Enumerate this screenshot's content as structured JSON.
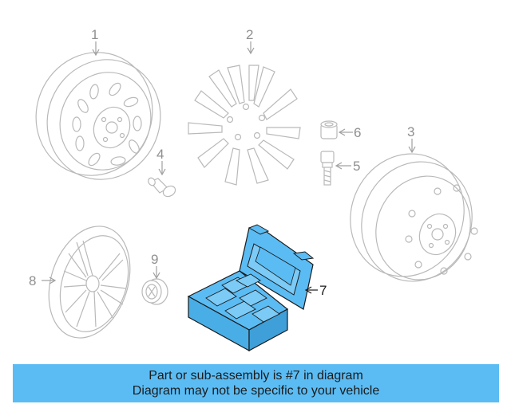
{
  "callouts": {
    "c1": "1",
    "c2": "2",
    "c3": "3",
    "c4": "4",
    "c5": "5",
    "c6": "6",
    "c7": "7",
    "c8": "8",
    "c9": "9"
  },
  "highlighted_part": "7",
  "colors": {
    "highlight_fill": "#5bbcf4",
    "highlight_stroke": "#1a1a1a",
    "ghost_stroke": "#b9b9b9",
    "banner_background": "#5bbcf4"
  },
  "banner": {
    "line1": "Part or sub-assembly is #7 in diagram",
    "line2": "Diagram may not be specific to your vehicle"
  }
}
